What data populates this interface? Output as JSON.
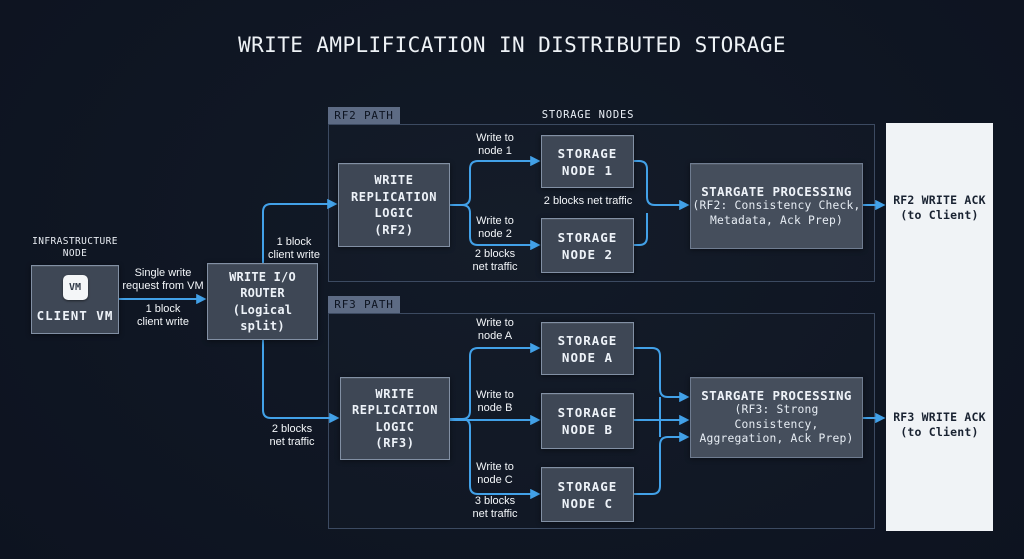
{
  "title": "WRITE AMPLIFICATION IN DISTRIBUTED STORAGE",
  "colors": {
    "arrow_blue": "#42a1e8",
    "box_fill": "#3e4755",
    "box_border": "#8290a4",
    "frame_border": "#3c4a61",
    "tab_fill": "#5d6b84",
    "tab_text": "#0d1421",
    "ack_panel_fill": "#f0f3f6",
    "ack_text": "#192231",
    "label_text": "#f4f7fa"
  },
  "infrastructure": {
    "caption": "INFRASTRUCTURE\nNODE",
    "vm_badge": "VM",
    "client_label": "CLIENT VM"
  },
  "router": {
    "label": "WRITE I/O\nROUTER\n(Logical split)"
  },
  "edge_labels": {
    "client_request_top": "Single write\nrequest from VM",
    "client_request_bottom": "1 block\nclient write",
    "to_rf2": "1 block\nclient write",
    "to_rf3": "2 blocks\nnet traffic",
    "write_node1": "Write to\nnode 1",
    "write_node2": "Write to\nnode 2",
    "node1_traffic": "2 blocks net traffic",
    "node2_traffic": "2 blocks\nnet traffic",
    "write_nodeA": "Write to\nnode A",
    "write_nodeB": "Write to\nnode B",
    "write_nodeC": "Write to\nnode C",
    "nodeC_traffic": "3 blocks\nnet traffic"
  },
  "rf2": {
    "tab": "RF2 PATH",
    "storage_nodes_heading": "STORAGE NODES",
    "replication_logic": "WRITE\nREPLICATION\nLOGIC\n(RF2)",
    "node1": "STORAGE\nNODE 1",
    "node2": "STORAGE\nNODE 2",
    "stargate_title": "STARGATE PROCESSING",
    "stargate_detail": "(RF2: Consistency Check,\nMetadata, Ack Prep)",
    "ack": "RF2 WRITE ACK\n(to Client)"
  },
  "rf3": {
    "tab": "RF3 PATH",
    "replication_logic": "WRITE\nREPLICATION\nLOGIC\n(RF3)",
    "nodeA": "STORAGE\nNODE A",
    "nodeB": "STORAGE\nNODE B",
    "nodeC": "STORAGE\nNODE C",
    "stargate_title": "STARGATE PROCESSING",
    "stargate_detail": "(RF3: Strong Consistency,\nAggregation, Ack Prep)",
    "ack": "RF3 WRITE ACK\n(to Client)"
  }
}
